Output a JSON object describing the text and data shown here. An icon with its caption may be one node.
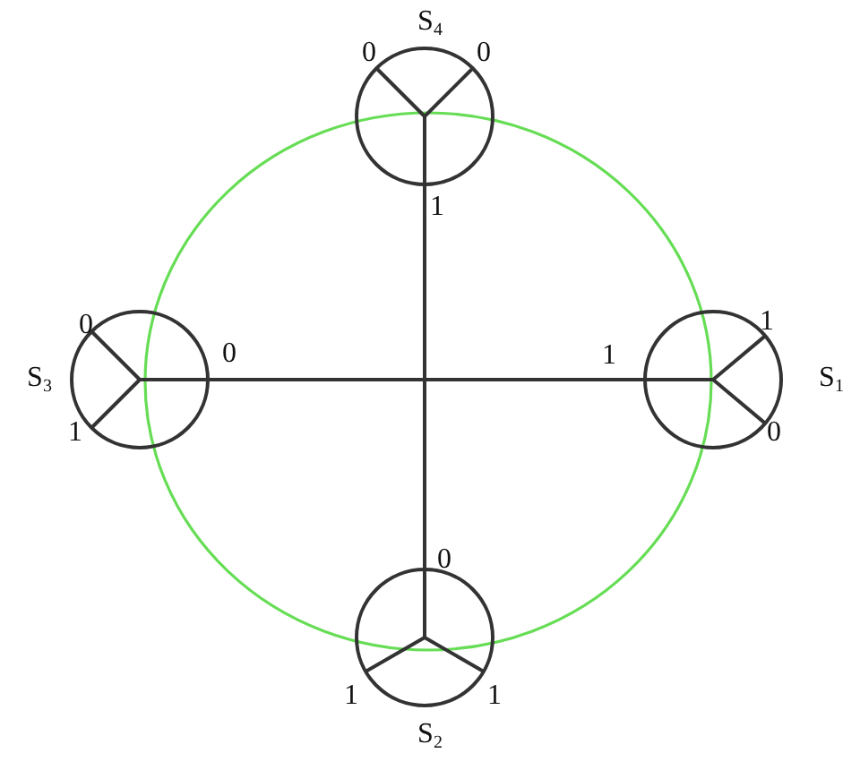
{
  "diagram": {
    "nodes": [
      {
        "text": [
          "S$_{4}$"
        ],
        "beside": [
          "0",
          "0",
          "1"
        ]
      },
      {
        "text": [
          "S$_{3}$"
        ],
        "beside": [
          "0",
          "0",
          "1"
        ]
      },
      {
        "text": [
          "S$_{1}$"
        ],
        "beside": [
          "1",
          "1",
          "0"
        ]
      },
      {
        "text": [
          "S$_{2}$"
        ],
        "beside": [
          "0",
          "1",
          "1"
        ]
      }
    ],
    "edges": [
      {
        "from": 1,
        "to": 2,
        "arrow": "none"
      },
      {
        "from": 0,
        "to": 3,
        "arrow": "none"
      }
    ]
  }
}
